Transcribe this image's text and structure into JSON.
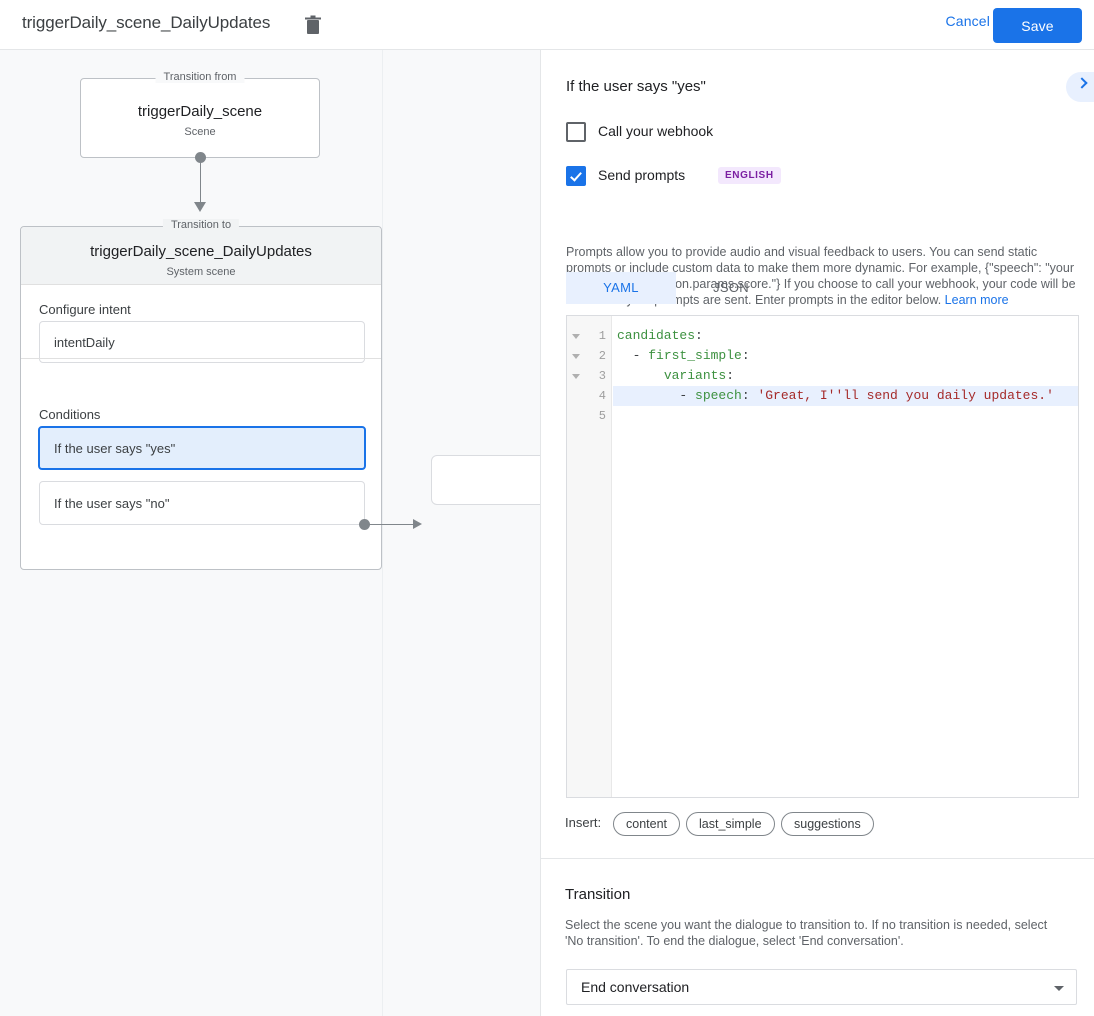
{
  "topbar": {
    "title": "triggerDaily_scene_DailyUpdates",
    "delete_icon": "trash-icon",
    "cancel_label": "Cancel",
    "save_label": "Save",
    "accent_color": "#1a73e8"
  },
  "canvas": {
    "from_node": {
      "legend": "Transition from",
      "title": "triggerDaily_scene",
      "subtitle": "Scene"
    },
    "to_node": {
      "legend": "Transition to",
      "title": "triggerDaily_scene_DailyUpdates",
      "subtitle": "System scene"
    },
    "intent_section": {
      "label": "Configure intent",
      "value": "intentDaily"
    },
    "conditions_section": {
      "label": "Conditions",
      "items": [
        {
          "label": "If the user says \"yes\"",
          "selected": true
        },
        {
          "label": "If the user says \"no\"",
          "selected": false
        }
      ]
    }
  },
  "panel": {
    "heading": "If the user says \"yes\"",
    "expand_icon": "chevron-right-icon",
    "webhook": {
      "label": "Call your webhook",
      "checked": false
    },
    "prompts": {
      "label": "Send prompts",
      "checked": true,
      "language_badge": "ENGLISH",
      "description": "Prompts allow you to provide audio and visual feedback to users. You can send static prompts or include custom data to make them more dynamic. For example, {\"speech\": \"your total score is $session.params.score.\"} If you choose to call your webhook, your code will be run before your prompts are sent. Enter prompts in the editor below. ",
      "learn_more": "Learn more"
    },
    "editor": {
      "tabs": [
        {
          "label": "YAML",
          "active": true
        },
        {
          "label": "JSON",
          "active": false
        }
      ],
      "lines": [
        {
          "num": "1",
          "fold": true,
          "highlight": false,
          "segments": [
            {
              "t": "candidates",
              "c": "k"
            },
            {
              "t": ":",
              "c": "p"
            }
          ]
        },
        {
          "num": "2",
          "fold": true,
          "highlight": false,
          "segments": [
            {
              "t": "  - ",
              "c": "p"
            },
            {
              "t": "first_simple",
              "c": "k"
            },
            {
              "t": ":",
              "c": "p"
            }
          ]
        },
        {
          "num": "3",
          "fold": true,
          "highlight": false,
          "segments": [
            {
              "t": "      ",
              "c": "p"
            },
            {
              "t": "variants",
              "c": "k"
            },
            {
              "t": ":",
              "c": "p"
            }
          ]
        },
        {
          "num": "4",
          "fold": false,
          "highlight": true,
          "segments": [
            {
              "t": "        - ",
              "c": "p"
            },
            {
              "t": "speech",
              "c": "k"
            },
            {
              "t": ": ",
              "c": "p"
            },
            {
              "t": "'Great, I''ll send you daily updates.'",
              "c": "s"
            }
          ]
        },
        {
          "num": "5",
          "fold": false,
          "highlight": false,
          "segments": []
        }
      ]
    },
    "insert": {
      "label": "Insert:",
      "chips": [
        "content",
        "last_simple",
        "suggestions"
      ]
    },
    "transition": {
      "title": "Transition",
      "description": "Select the scene you want the dialogue to transition to. If no transition is needed, select 'No transition'. To end the dialogue, select 'End conversation'.",
      "selected_value": "End conversation",
      "caret_icon": "caret-down-icon"
    }
  }
}
